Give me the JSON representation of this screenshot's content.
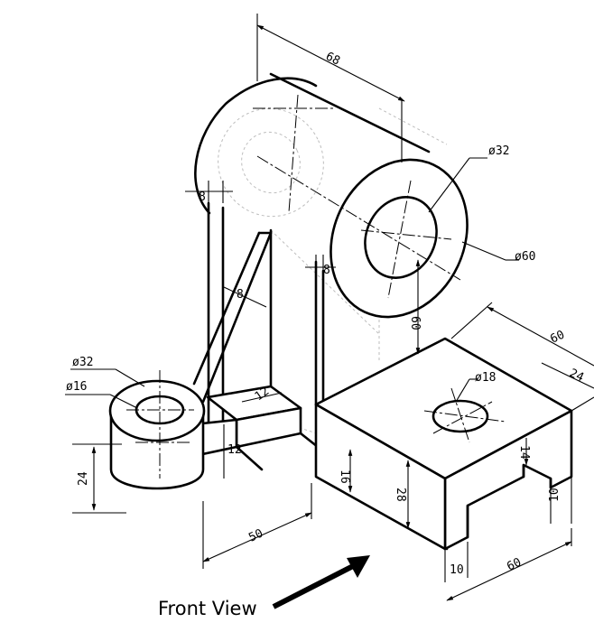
{
  "caption": "Front View",
  "dimensions": {
    "cyl_length": "68",
    "bore_dia": "ø32",
    "cyl_dia": "ø60",
    "web_thick_left": "8",
    "web_thick_right": "8",
    "rib_thick": "8",
    "cyl_center_height": "60",
    "base_width": "60",
    "base_depth": "24",
    "base_hole_dia": "ø18",
    "base_slot_height": "14",
    "base_foot_height": "10",
    "base_foot_width": "10",
    "base_length": "60",
    "base_height": "28",
    "arm_height": "16",
    "arm_top_width": "12",
    "arm_side_width": "12",
    "arm_length": "50",
    "boss_dia": "ø32",
    "boss_hole_dia": "ø16",
    "boss_height": "24"
  }
}
